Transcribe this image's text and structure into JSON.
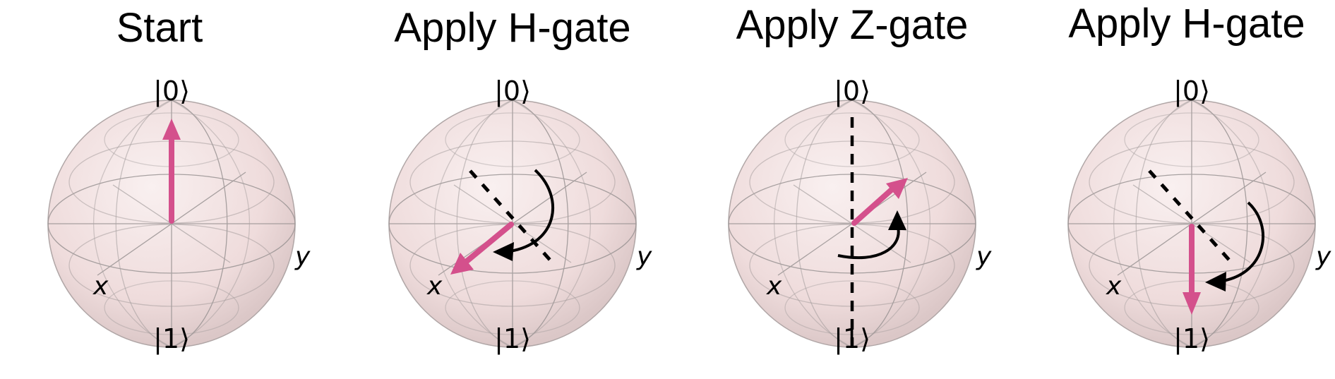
{
  "colors": {
    "state_vector": "#d4508c",
    "sphere_fill": "#f3e2e2",
    "sphere_edge": "#a9a0a0",
    "grid_line": "#9a9494",
    "annotation": "#000000"
  },
  "panels": [
    {
      "title": "Start",
      "labels": {
        "top": "|0⟩",
        "bottom": "|1⟩",
        "x": "x",
        "y": "y"
      },
      "state_vector": "pointing to |0⟩",
      "annotations": []
    },
    {
      "title": "Apply H-gate",
      "labels": {
        "top": "|0⟩",
        "bottom": "|1⟩",
        "x": "x",
        "y": "y"
      },
      "state_vector": "pointing to x",
      "annotations": [
        "dashed rotation axis",
        "curved rotation arrow"
      ]
    },
    {
      "title": "Apply Z-gate",
      "labels": {
        "top": "|0⟩",
        "bottom": "|1⟩",
        "x": "x",
        "y": "y"
      },
      "state_vector": "pointing to -x",
      "annotations": [
        "dashed vertical axis",
        "curved rotation arrow"
      ]
    },
    {
      "title": "Apply H-gate",
      "labels": {
        "top": "|0⟩",
        "bottom": "|1⟩",
        "x": "x",
        "y": "y"
      },
      "state_vector": "pointing to |1⟩",
      "annotations": [
        "dashed rotation axis",
        "curved rotation arrow"
      ]
    }
  ]
}
